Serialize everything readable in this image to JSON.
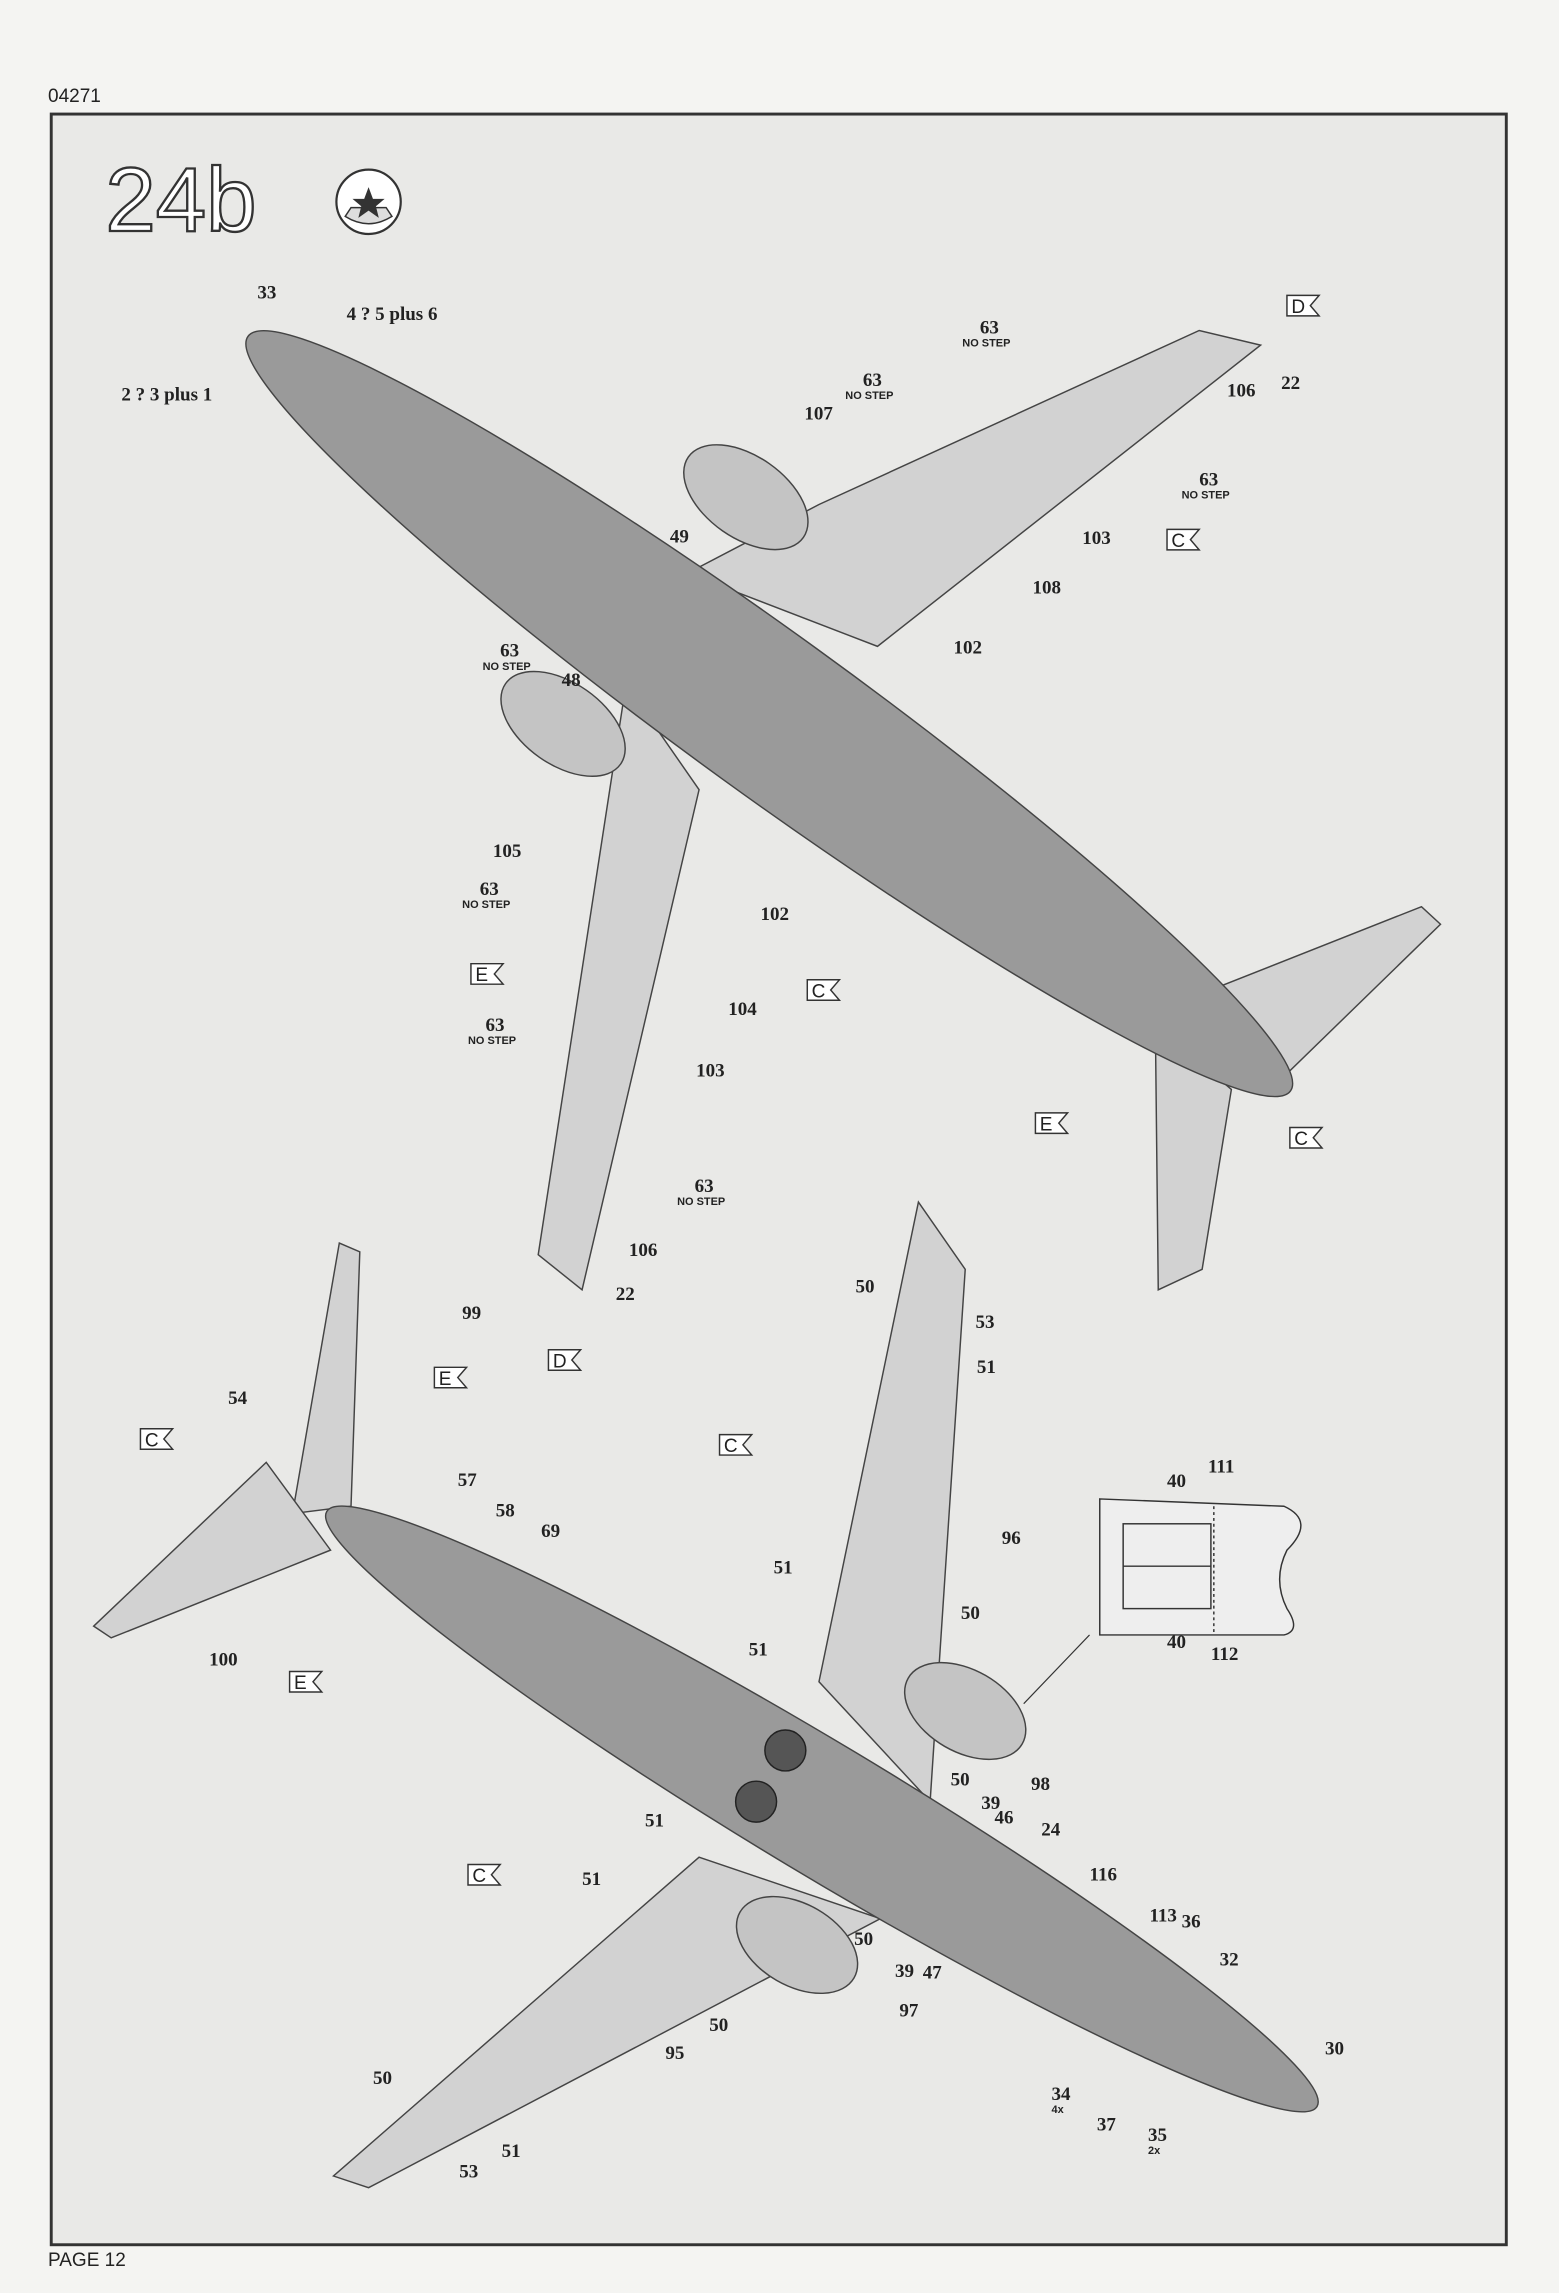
{
  "page": {
    "code": "04271",
    "page_label": "PAGE 12",
    "step": "24b",
    "step_icon": "decal-water-icon"
  },
  "labels": [
    {
      "text": "33"
    },
    {
      "text": "4 ? 5 plus 6"
    },
    {
      "text": "2 ? 3 plus 1"
    },
    {
      "text": "63",
      "sub": "NO STEP"
    },
    {
      "text": "22"
    },
    {
      "text": "106"
    },
    {
      "text": "63",
      "sub": "NO STEP"
    },
    {
      "text": "107"
    },
    {
      "text": "63",
      "sub": "NO STEP"
    },
    {
      "text": "103"
    },
    {
      "text": "49"
    },
    {
      "text": "108"
    },
    {
      "text": "102"
    },
    {
      "text": "63",
      "sub": "NO STEP"
    },
    {
      "text": "48"
    },
    {
      "text": "105"
    },
    {
      "text": "63",
      "sub": "NO STEP"
    },
    {
      "text": "102"
    },
    {
      "text": "104"
    },
    {
      "text": "63",
      "sub": "NO STEP"
    },
    {
      "text": "103"
    },
    {
      "text": "63",
      "sub": "NO STEP"
    },
    {
      "text": "106"
    },
    {
      "text": "22"
    },
    {
      "text": "99"
    },
    {
      "text": "54"
    },
    {
      "text": "57"
    },
    {
      "text": "58"
    },
    {
      "text": "69"
    },
    {
      "text": "100"
    },
    {
      "text": "50"
    },
    {
      "text": "53"
    },
    {
      "text": "51"
    },
    {
      "text": "96"
    },
    {
      "text": "51"
    },
    {
      "text": "50"
    },
    {
      "text": "51"
    },
    {
      "text": "40"
    },
    {
      "text": "111"
    },
    {
      "text": "40"
    },
    {
      "text": "112"
    },
    {
      "text": "50"
    },
    {
      "text": "98"
    },
    {
      "text": "39"
    },
    {
      "text": "46"
    },
    {
      "text": "24"
    },
    {
      "text": "51"
    },
    {
      "text": "51"
    },
    {
      "text": "116"
    },
    {
      "text": "113"
    },
    {
      "text": "36"
    },
    {
      "text": "32"
    },
    {
      "text": "50"
    },
    {
      "text": "39"
    },
    {
      "text": "47"
    },
    {
      "text": "50"
    },
    {
      "text": "97"
    },
    {
      "text": "95"
    },
    {
      "text": "30"
    },
    {
      "text": "50"
    },
    {
      "text": "34",
      "sub": "4x"
    },
    {
      "text": "37"
    },
    {
      "text": "35",
      "sub": "2x"
    },
    {
      "text": "51"
    },
    {
      "text": "53"
    }
  ],
  "callouts": [
    "D",
    "C",
    "C",
    "E",
    "E",
    "C",
    "D",
    "E",
    "C",
    "E",
    "C",
    "C"
  ]
}
